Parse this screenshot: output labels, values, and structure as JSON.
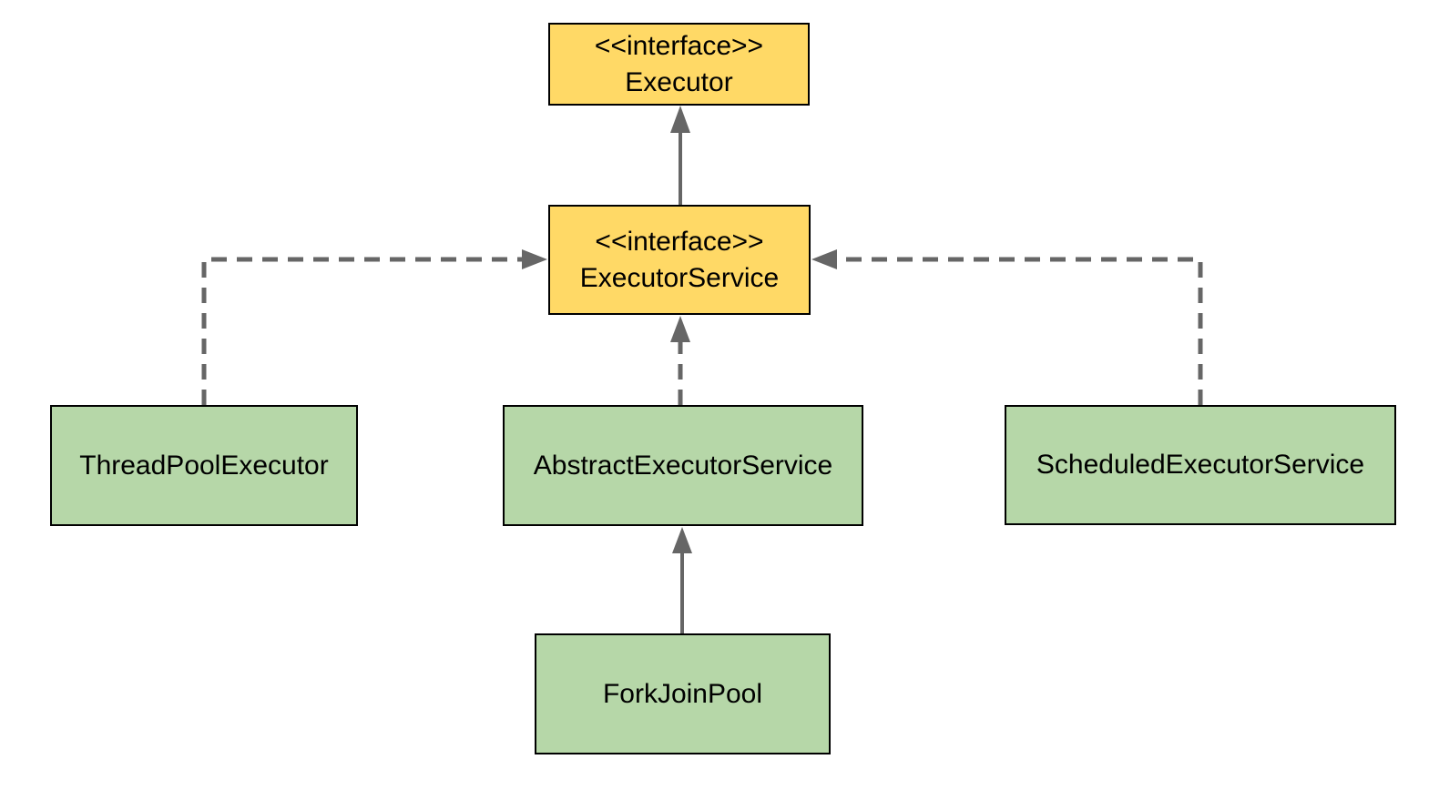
{
  "diagram": {
    "kind": "uml-class-diagram",
    "colors": {
      "interface_fill": "#FFD966",
      "class_fill": "#B6D7A8",
      "node_border": "#000000",
      "arrow": "#666666",
      "text": "#000000",
      "background": "#ffffff"
    },
    "nodes": [
      {
        "id": "executor",
        "stereotype": "<<interface>>",
        "label": "Executor",
        "kind": "interface"
      },
      {
        "id": "executor-service",
        "stereotype": "<<interface>>",
        "label": "ExecutorService",
        "kind": "interface"
      },
      {
        "id": "thread-pool-executor",
        "stereotype": "",
        "label": "ThreadPoolExecutor",
        "kind": "class"
      },
      {
        "id": "abstract-executor-service",
        "stereotype": "",
        "label": "AbstractExecutorService",
        "kind": "class"
      },
      {
        "id": "scheduled-executor-service",
        "stereotype": "",
        "label": "ScheduledExecutorService",
        "kind": "class"
      },
      {
        "id": "fork-join-pool",
        "stereotype": "",
        "label": "ForkJoinPool",
        "kind": "class"
      }
    ],
    "edges": [
      {
        "from": "ExecutorService",
        "to": "Executor",
        "line": "solid",
        "arrowhead": "filled-triangle"
      },
      {
        "from": "ThreadPoolExecutor",
        "to": "ExecutorService",
        "line": "dashed",
        "arrowhead": "filled-triangle"
      },
      {
        "from": "AbstractExecutorService",
        "to": "ExecutorService",
        "line": "dashed",
        "arrowhead": "filled-triangle"
      },
      {
        "from": "ScheduledExecutorService",
        "to": "ExecutorService",
        "line": "dashed",
        "arrowhead": "filled-triangle"
      },
      {
        "from": "ForkJoinPool",
        "to": "AbstractExecutorService",
        "line": "solid",
        "arrowhead": "filled-triangle"
      }
    ]
  }
}
